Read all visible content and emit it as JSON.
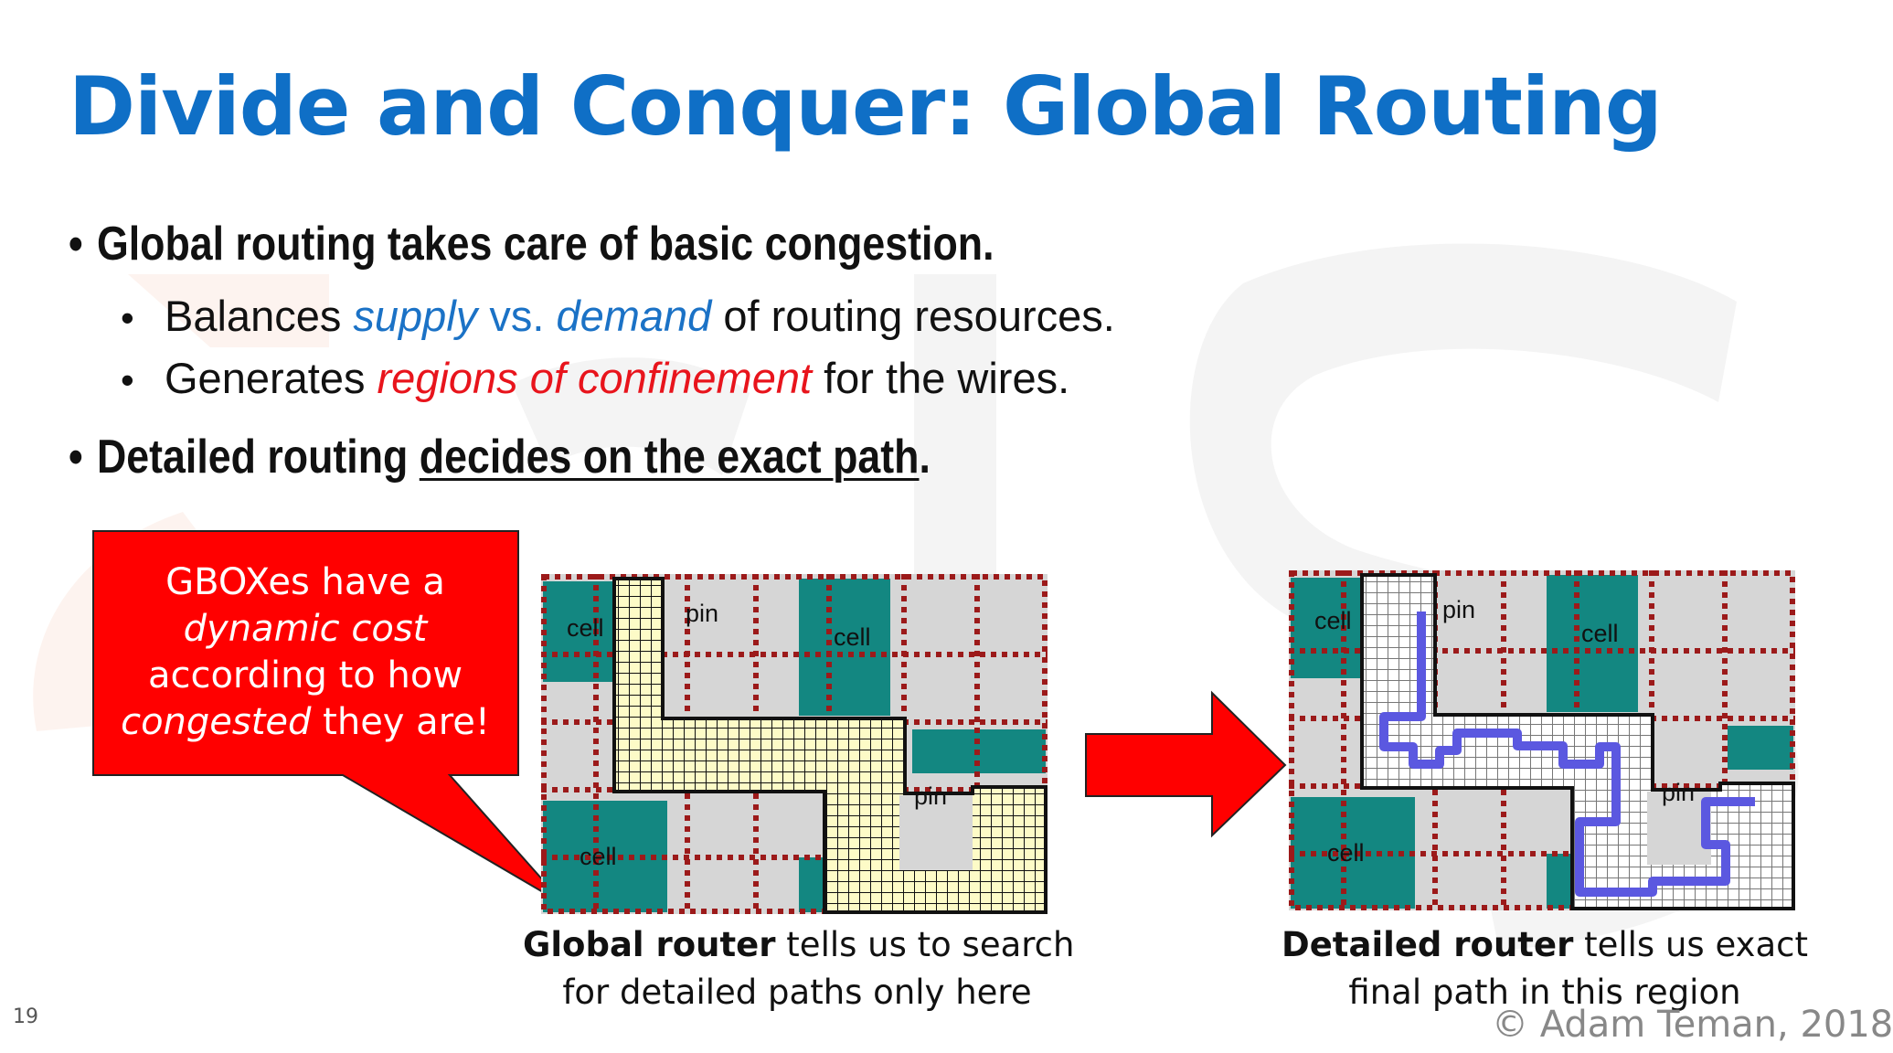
{
  "slide": {
    "title": "Divide and Conquer: Global Routing",
    "bullet1": {
      "bullet": "•",
      "text": "Global routing takes care of basic congestion."
    },
    "sub1": {
      "bullet": "•",
      "pre": "Balances ",
      "em1": "supply",
      "mid": " vs. ",
      "em2": "demand",
      "post": " of routing resources."
    },
    "sub2": {
      "bullet": "•",
      "pre": "Generates ",
      "em": "regions of confinement",
      "post": " for the wires."
    },
    "bullet2": {
      "bullet": "•",
      "pre": "Detailed routing ",
      "underlined": "decides on the exact path",
      "post": "."
    },
    "callout": {
      "line1": "GBOXes have a",
      "line2": "dynamic cost",
      "line3": "according to how",
      "line4_em": "congested",
      "line4_rest": " they are!"
    },
    "left_figure": {
      "labels": {
        "cell_a": "cell",
        "pin_a": "pin",
        "cell_b": "cell",
        "pin_b": "pin",
        "cell_c": "cell"
      },
      "caption_bold": "Global router",
      "caption_rest": " tells us to search",
      "caption_line2": "for detailed paths only here"
    },
    "right_figure": {
      "labels": {
        "cell_a": "cell",
        "pin_a": "pin",
        "cell_b": "cell",
        "pin_b": "pin",
        "cell_c": "cell"
      },
      "caption_bold": "Detailed router",
      "caption_rest": " tells us exact",
      "caption_line2": "final path in this region"
    },
    "page_number": "19",
    "copyright": "© Adam Teman, 2018",
    "colors": {
      "title": "#0f6fc6",
      "accent_red": "#e8141c",
      "teal": "#138781",
      "route_blue": "#5b58e0",
      "grid_line": "#9c1a1a",
      "gbox_fill": "#fdfbc7"
    }
  }
}
